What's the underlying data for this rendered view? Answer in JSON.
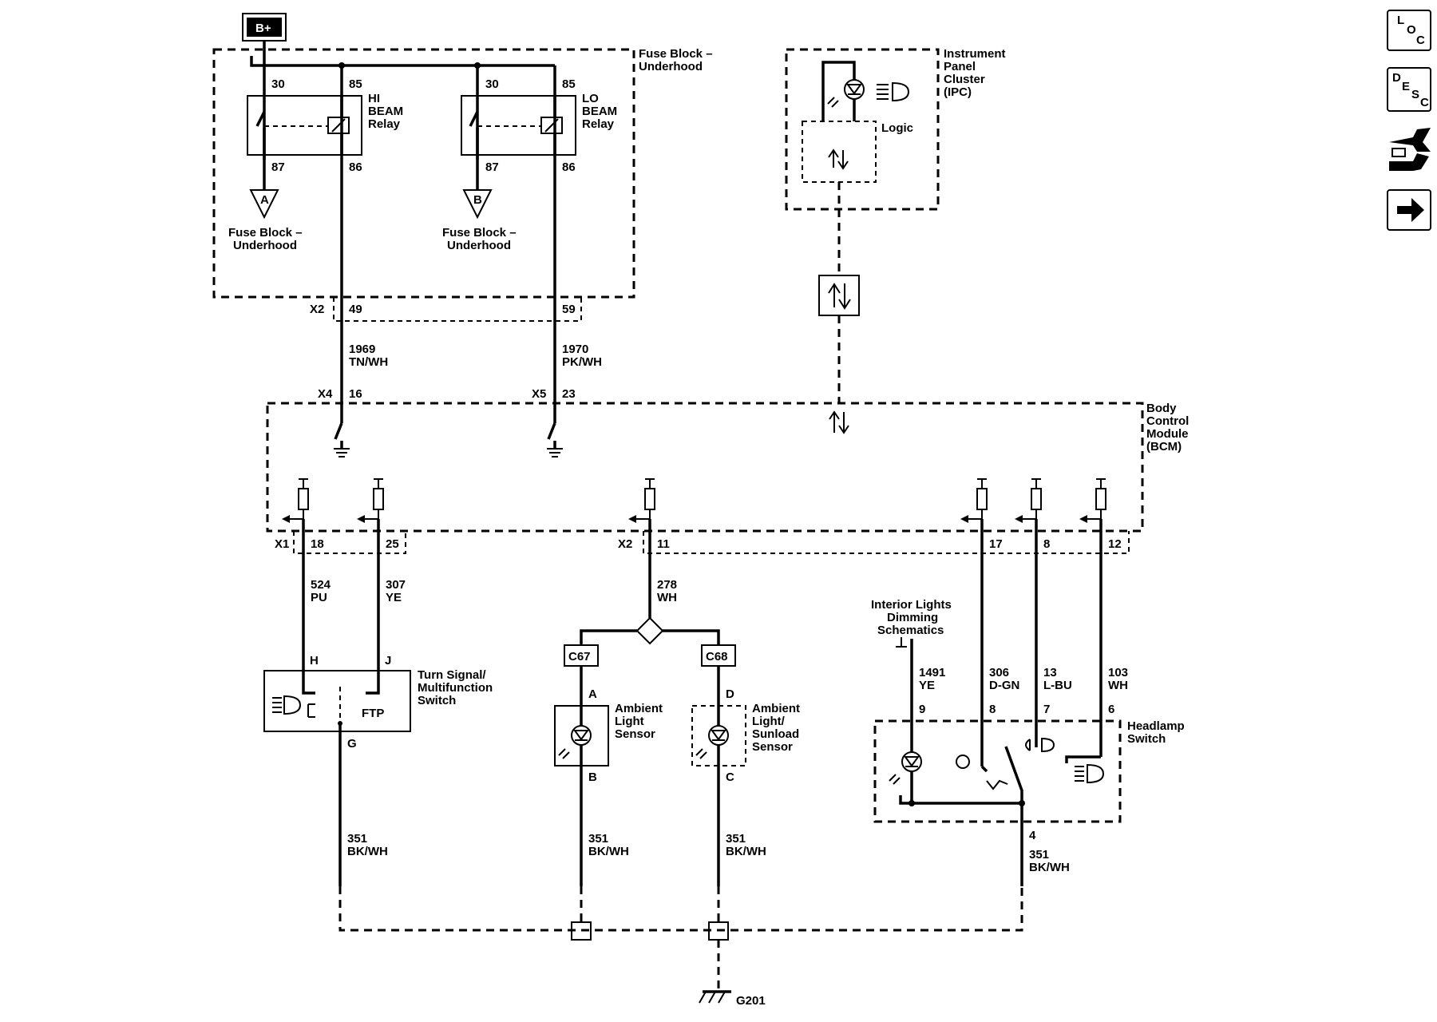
{
  "navigation": {
    "loc": {
      "l": "L",
      "o": "O",
      "c": "C"
    },
    "desc": {
      "d": "D",
      "e": "E",
      "s": "S",
      "c": "C"
    }
  },
  "power": {
    "label": "B+"
  },
  "fuse_block": {
    "title_1": "Fuse Block –",
    "title_2": "Underhood",
    "sub_1": "Fuse Block –",
    "sub_2": "Underhood"
  },
  "hi_relay": {
    "l1": "HI",
    "l2": "BEAM",
    "l3": "Relay",
    "p30": "30",
    "p85": "85",
    "p87": "87",
    "p86": "86",
    "out": "A"
  },
  "lo_relay": {
    "l1": "LO",
    "l2": "BEAM",
    "l3": "Relay",
    "p30": "30",
    "p85": "85",
    "p87": "87",
    "p86": "86",
    "out": "B"
  },
  "ipc": {
    "l1": "Instrument",
    "l2": "Panel",
    "l3": "Cluster",
    "l4": "(IPC)",
    "logic": "Logic"
  },
  "bcm": {
    "l1": "Body",
    "l2": "Control",
    "l3": "Module",
    "l4": "(BCM)"
  },
  "connectors": {
    "x2_top": "X2",
    "p49": "49",
    "p59": "59",
    "x4": "X4",
    "p16": "16",
    "x5": "X5",
    "p23": "23",
    "x1": "X1",
    "p18": "18",
    "p25": "25",
    "x2_bot": "X2",
    "p11": "11",
    "p17": "17",
    "p8": "8",
    "p12": "12"
  },
  "circuits": {
    "c1969": "1969",
    "c1969_color": "TN/WH",
    "c1970": "1970",
    "c1970_color": "PK/WH",
    "c524": "524",
    "c524_color": "PU",
    "c307": "307",
    "c307_color": "YE",
    "c278": "278",
    "c278_color": "WH",
    "c1491": "1491",
    "c1491_color": "YE",
    "c306": "306",
    "c306_color": "D-GN",
    "c13": "13",
    "c13_color": "L-BU",
    "c103": "103",
    "c103_color": "WH",
    "c351_a": "351",
    "c351_a_color": "BK/WH",
    "c351_b": "351",
    "c351_b_color": "BK/WH",
    "c351_c": "351",
    "c351_c_color": "BK/WH",
    "c351_d": "351",
    "c351_d_color": "BK/WH"
  },
  "turn_switch": {
    "l1": "Turn Signal/",
    "l2": "Multifunction",
    "l3": "Switch",
    "pH": "H",
    "pJ": "J",
    "pG": "G",
    "ftp": "FTP"
  },
  "splice": {
    "c67": "C67",
    "c68": "C68"
  },
  "ambient_sensor": {
    "l1": "Ambient",
    "l2": "Light",
    "l3": "Sensor",
    "pA": "A",
    "pB": "B"
  },
  "sunload_sensor": {
    "l1": "Ambient",
    "l2": "Light/",
    "l3": "Sunload",
    "l4": "Sensor",
    "pD": "D",
    "pC": "C"
  },
  "interior_ref": {
    "l1": "Interior Lights",
    "l2": "Dimming",
    "l3": "Schematics"
  },
  "headlamp_switch": {
    "l1": "Headlamp",
    "l2": "Switch",
    "p9": "9",
    "p8": "8",
    "p7": "7",
    "p6": "6",
    "p4": "4"
  },
  "ground": {
    "label": "G201"
  }
}
